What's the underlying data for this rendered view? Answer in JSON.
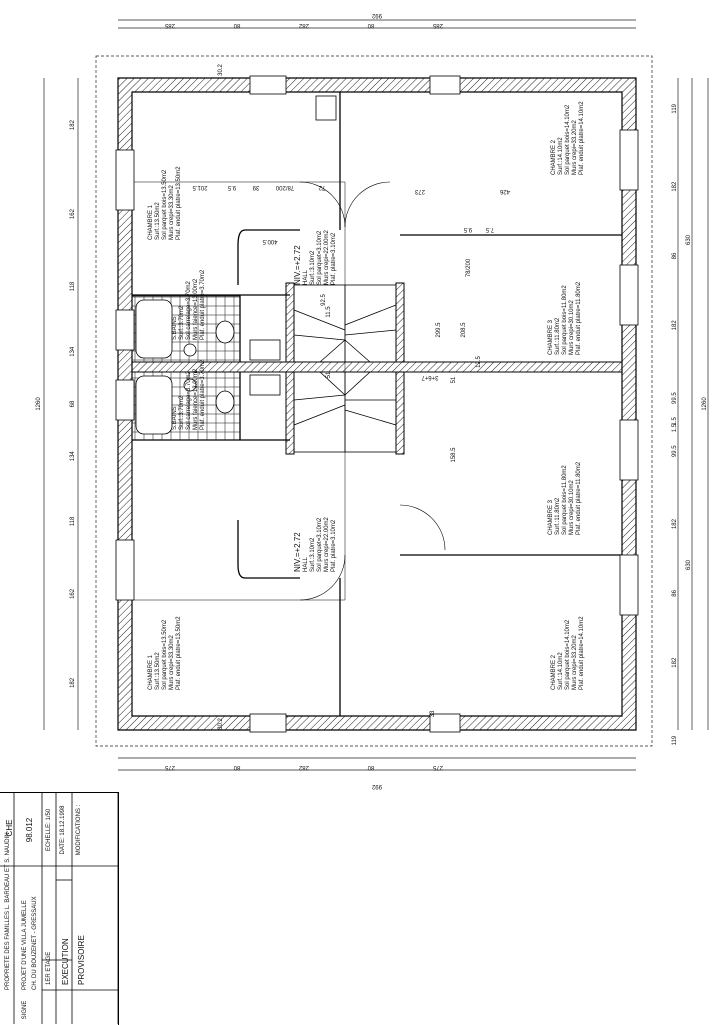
{
  "plan": {
    "dims_top": {
      "total": "992",
      "parts": [
        "285",
        "80",
        "282",
        "80",
        "285"
      ]
    },
    "dims_bottom": {
      "total": "992",
      "parts": [
        "275",
        "80",
        "282",
        "80",
        "275"
      ]
    },
    "dims_left": {
      "total": "1260",
      "parts": [
        "182",
        "162",
        "118",
        "134",
        "68",
        "134",
        "118",
        "162",
        "182"
      ]
    },
    "dims_right": {
      "total": "1260",
      "halves": [
        "630",
        "630"
      ],
      "parts": [
        "119",
        "182",
        "86",
        "182",
        "99.5",
        "1.5",
        "1.5",
        "99.5",
        "182",
        "86",
        "182",
        "119"
      ]
    },
    "inner_dims": [
      "201.5",
      "400.5",
      "9.5",
      "39",
      "78/200",
      "72",
      "273",
      "426",
      "9.5",
      "7.5",
      "78/200",
      "299.5",
      "208.5",
      "12.5",
      "51",
      "158.5",
      "92.5",
      "11.5",
      "51",
      "30.2",
      "30.2",
      "33"
    ],
    "rooms": [
      {
        "id": "chambre-1-a",
        "lines": [
          "CHAMBRE 1",
          "Surf.:13.50m2",
          "Sol parquet bois=13.50m2",
          "Murs crepi=33.30m2",
          "Plaf. enduit platre=13.50m2"
        ]
      },
      {
        "id": "chambre-2-a",
        "lines": [
          "CHAMBRE 2",
          "Surf.:14.10m2",
          "Sol parquet bois=14.10m2",
          "Murs crepi=33.20m2",
          "Plaf. enduit platre=14.10m2"
        ]
      },
      {
        "id": "chambre-3-a",
        "lines": [
          "CHAMBRE 3",
          "Surf.:11.80m2",
          "Sol parquet bois=11.80m2",
          "Murs crepi=30.10m2",
          "Plaf. enduit platre=11.80m2"
        ]
      },
      {
        "id": "hall-a",
        "lines": [
          "NIV.=+2.72",
          "HALL",
          "Surf.:3.10m2",
          "Sol parquet=3.10m2",
          "Murs crepi=22.00m2",
          "Plaf. platre=3.10m2"
        ]
      },
      {
        "id": "sbains-a",
        "lines": [
          "S.BAINS",
          "Surf.:3.70m2",
          "Sol carrelage=3.70m2",
          "Murs faience=13.00m2",
          "Plaf. enduit platre=3.70m2"
        ]
      },
      {
        "id": "chambre-1-b",
        "lines": [
          "CHAMBRE 1",
          "Surf.:13.50m2",
          "Sol parquet bois=13.50m2",
          "Murs crepi=33.30m2",
          "Plaf. enduit platre=13.50m2"
        ]
      },
      {
        "id": "chambre-2-b",
        "lines": [
          "CHAMBRE 2",
          "Surf.:14.10m2",
          "Sol parquet bois=14.10m2",
          "Murs crepi=33.20m2",
          "Plaf. enduit platre=14.10m2"
        ]
      },
      {
        "id": "chambre-3-b",
        "lines": [
          "CHAMBRE 3",
          "Surf.:11.80m2",
          "Sol parquet bois=11.80m2",
          "Murs crepi=30.10m2",
          "Plaf. enduit platre=11.80m2"
        ]
      },
      {
        "id": "hall-b",
        "lines": [
          "NIV.=+2.72",
          "HALL",
          "Surf.:3.10m2",
          "Sol parquet=3.10m2",
          "Murs crepi=22.00m2",
          "Plaf. platre=3.10m2"
        ]
      },
      {
        "id": "sbains-b",
        "lines": [
          "S.BAINS",
          "Surf.:3.70m2",
          "Sol carrelage=3.70m2",
          "Murs faience=13.00m2",
          "Plaf. enduit platre=3.70m2"
        ]
      }
    ],
    "annotation": "3+6+7"
  },
  "title_block": {
    "owner": "PROPRIETE DES FAMILLES L. BARDEAU ET S. NAUDIN",
    "project": "PROJET D'UNE VILLA JUMELLE",
    "address": "CH. DU BOUZENET - GRESSAUX",
    "level": "1ER ETAGE",
    "phase": "EXECUTION",
    "status": "PROVISOIRE",
    "office": "CHE",
    "number": "98.012",
    "scale": "ECHELLE: 1/50",
    "date": "DATE: 18.12.1998",
    "modifications": "MODIFICATIONS :",
    "signature": "SIGNE"
  }
}
